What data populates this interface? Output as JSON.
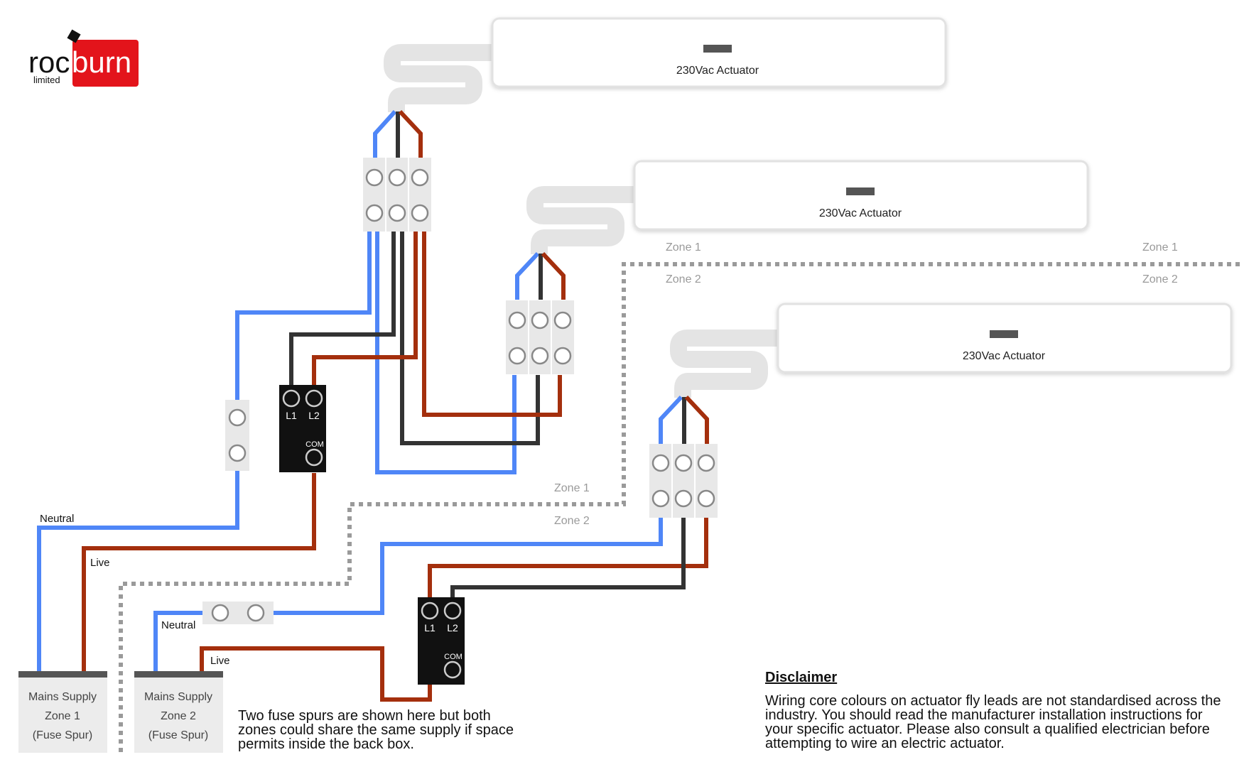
{
  "logo": {
    "part1": "roc",
    "part2": "burn",
    "tagline": "limited",
    "brand_red": "#e3141b"
  },
  "actuators": [
    {
      "label": "230Vac Actuator"
    },
    {
      "label": "230Vac Actuator"
    },
    {
      "label": "230Vac Actuator"
    }
  ],
  "zones": {
    "zone1": "Zone 1",
    "zone2": "Zone 2"
  },
  "wires": {
    "neutral": "Neutral",
    "live": "Live"
  },
  "switches": {
    "l1": "L1",
    "l2": "L2",
    "com": "COM"
  },
  "supplies": [
    {
      "line1": "Mains Supply",
      "line2": "Zone 1",
      "line3": "(Fuse Spur)"
    },
    {
      "line1": "Mains Supply",
      "line2": "Zone 2",
      "line3": "(Fuse Spur)"
    }
  ],
  "note": "Two fuse spurs are shown here but both zones could share the same supply if space permits inside the back box.",
  "disclaimer": {
    "title": "Disclaimer",
    "text": "Wiring core colours on actuator fly leads are not standardised across the industry.  You should read the manufacturer installation instructions for your specific actuator.  Please also  consult a qualified electrician before attempting to wire an electric actuator."
  },
  "colors": {
    "neutral": "#4f86f7",
    "live": "#a42f0d",
    "earth": "#333333",
    "terminal": "#e8e8e8",
    "zone_line": "#9a9a9a"
  }
}
